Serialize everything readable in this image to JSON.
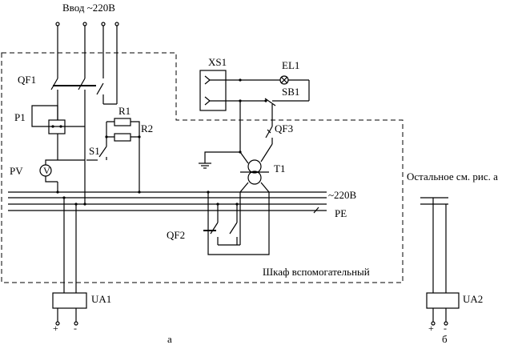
{
  "labels": {
    "input": "Ввод ~220В",
    "qf1": "QF1",
    "p1": "P1",
    "r1": "R1",
    "r2": "R2",
    "s1": "S1",
    "pv": "PV",
    "pv_symbol": "V",
    "xs1": "XS1",
    "el1": "EL1",
    "sb1": "SB1",
    "qf3": "QF3",
    "t1": "T1",
    "qf2": "QF2",
    "bus_220": "~220В",
    "bus_pe": "PE",
    "cabinet": "Шкаф вспомогательный",
    "ua1": "UA1",
    "ua2": "UA2",
    "rest_note": "Остальное см. рис. а",
    "caption_a": "а",
    "caption_b": "б",
    "plus": "+",
    "minus": "-"
  }
}
